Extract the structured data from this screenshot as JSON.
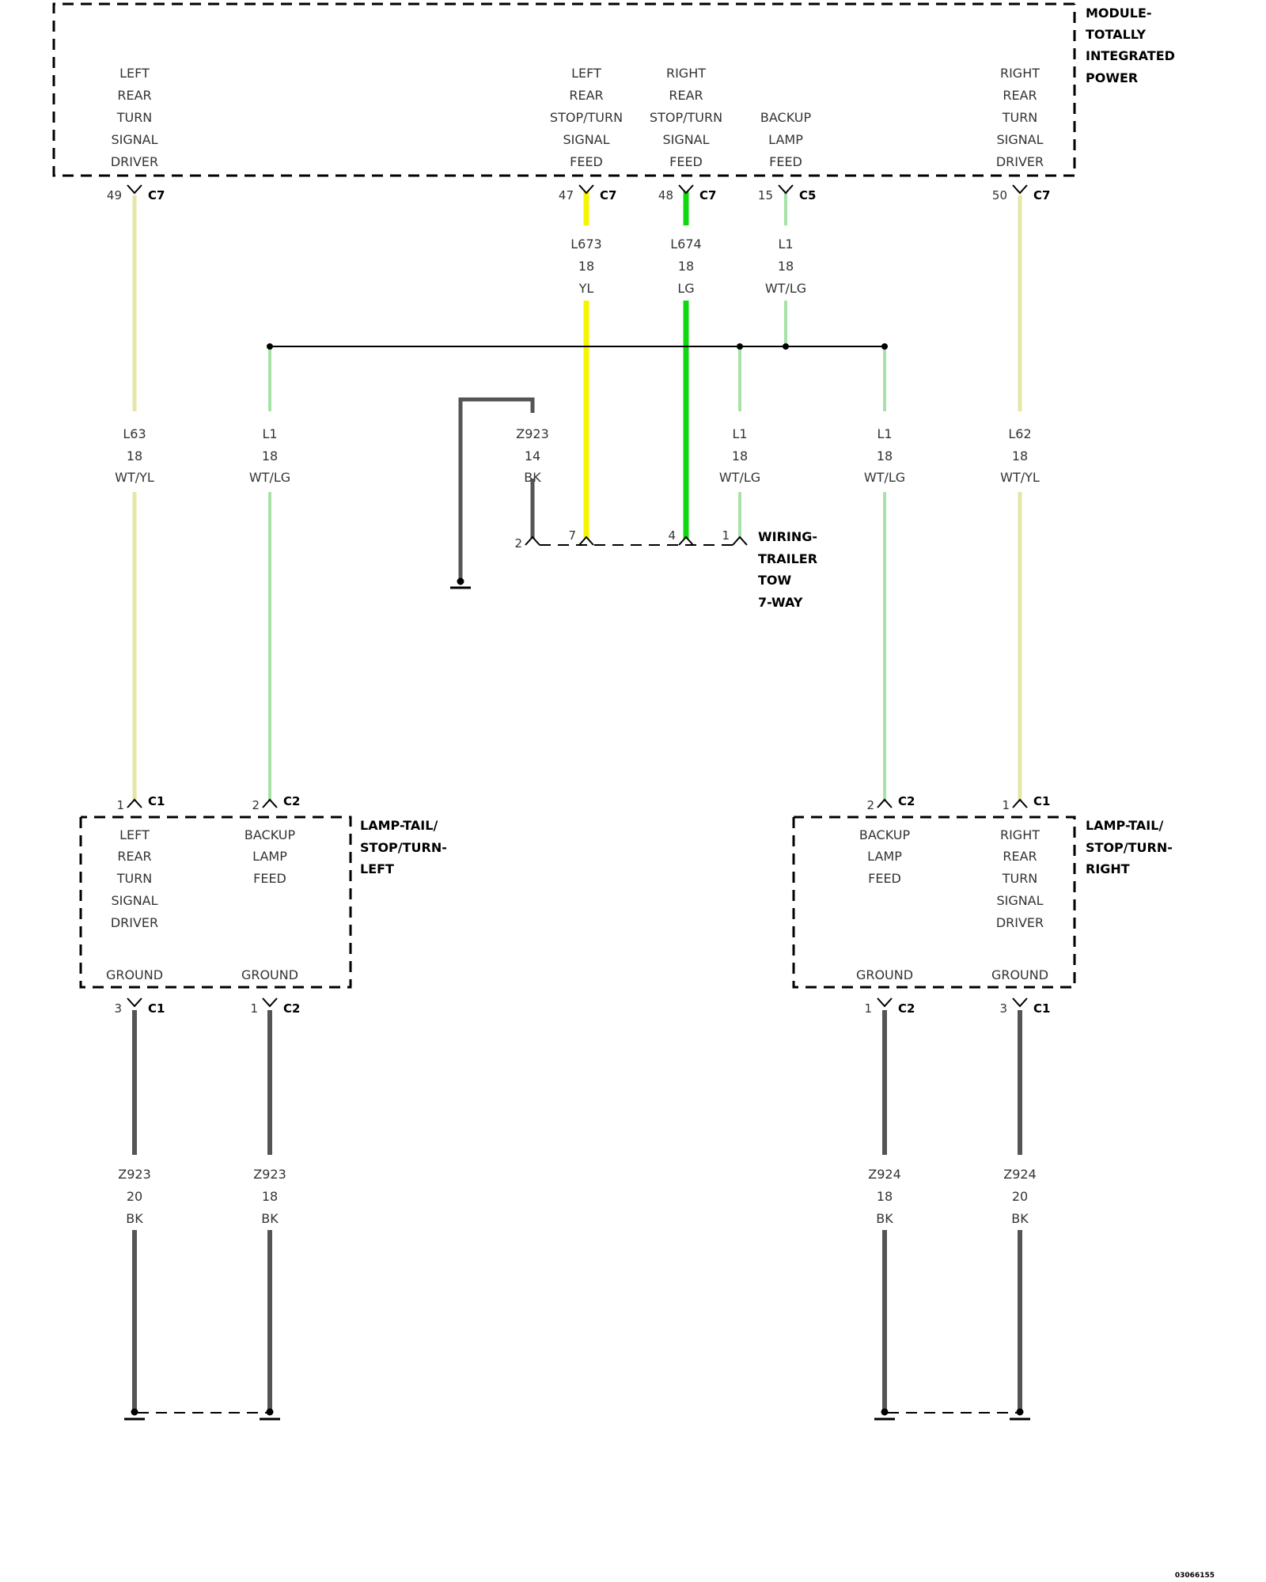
{
  "colors": {
    "YL": "#f5f500",
    "LG": "#10d810",
    "WT_YL": "#e6e6a6",
    "WT_LG": "#a8e2a8",
    "BK": "#555555",
    "bus": "#000000"
  },
  "components": {
    "tipm": {
      "title": [
        "MODULE-",
        "TOTALLY",
        "INTEGRATED",
        "POWER"
      ],
      "functions": [
        [
          "LEFT",
          "REAR",
          "TURN",
          "SIGNAL",
          "DRIVER"
        ],
        [
          "LEFT",
          "REAR",
          "STOP/TURN",
          "SIGNAL",
          "FEED"
        ],
        [
          "RIGHT",
          "REAR",
          "STOP/TURN",
          "SIGNAL",
          "FEED"
        ],
        [
          "BACKUP",
          "LAMP",
          "FEED"
        ],
        [
          "RIGHT",
          "REAR",
          "TURN",
          "SIGNAL",
          "DRIVER"
        ]
      ],
      "pins": [
        {
          "pin": "49",
          "conn": "C7"
        },
        {
          "pin": "47",
          "conn": "C7"
        },
        {
          "pin": "48",
          "conn": "C7"
        },
        {
          "pin": "15",
          "conn": "C5"
        },
        {
          "pin": "50",
          "conn": "C7"
        }
      ]
    },
    "trailer": {
      "title": [
        "WIRING-",
        "TRAILER",
        "TOW",
        "7-WAY"
      ],
      "pins": [
        "2",
        "7",
        "4",
        "1"
      ]
    },
    "lamp_left": {
      "title": [
        "LAMP-TAIL/",
        "STOP/TURN-",
        "LEFT"
      ],
      "functions": [
        [
          "LEFT",
          "REAR",
          "TURN",
          "SIGNAL",
          "DRIVER"
        ],
        [
          "BACKUP",
          "LAMP",
          "FEED"
        ]
      ],
      "grounds": [
        "GROUND",
        "GROUND"
      ],
      "top_pins": [
        {
          "pin": "1",
          "conn": "C1"
        },
        {
          "pin": "2",
          "conn": "C2"
        }
      ],
      "bottom_pins": [
        {
          "pin": "3",
          "conn": "C1"
        },
        {
          "pin": "1",
          "conn": "C2"
        }
      ]
    },
    "lamp_right": {
      "title": [
        "LAMP-TAIL/",
        "STOP/TURN-",
        "RIGHT"
      ],
      "functions": [
        [
          "BACKUP",
          "LAMP",
          "FEED"
        ],
        [
          "RIGHT",
          "REAR",
          "TURN",
          "SIGNAL",
          "DRIVER"
        ]
      ],
      "grounds": [
        "GROUND",
        "GROUND"
      ],
      "top_pins": [
        {
          "pin": "2",
          "conn": "C2"
        },
        {
          "pin": "1",
          "conn": "C1"
        }
      ],
      "bottom_pins": [
        {
          "pin": "1",
          "conn": "C2"
        },
        {
          "pin": "3",
          "conn": "C1"
        }
      ]
    }
  },
  "wires": {
    "tipm_out": [
      {
        "circuit": "L673",
        "gauge": "18",
        "color": "YL"
      },
      {
        "circuit": "L674",
        "gauge": "18",
        "color": "LG"
      },
      {
        "circuit": "L1",
        "gauge": "18",
        "color": "WT/LG"
      }
    ],
    "mid": [
      {
        "circuit": "L63",
        "gauge": "18",
        "color": "WT/YL"
      },
      {
        "circuit": "L1",
        "gauge": "18",
        "color": "WT/LG"
      },
      {
        "circuit": "Z923",
        "gauge": "14",
        "color": "BK"
      },
      {
        "circuit": "L1",
        "gauge": "18",
        "color": "WT/LG"
      },
      {
        "circuit": "L1",
        "gauge": "18",
        "color": "WT/LG"
      },
      {
        "circuit": "L62",
        "gauge": "18",
        "color": "WT/YL"
      }
    ],
    "ground": [
      {
        "circuit": "Z923",
        "gauge": "20",
        "color": "BK"
      },
      {
        "circuit": "Z923",
        "gauge": "18",
        "color": "BK"
      },
      {
        "circuit": "Z924",
        "gauge": "18",
        "color": "BK"
      },
      {
        "circuit": "Z924",
        "gauge": "20",
        "color": "BK"
      }
    ]
  },
  "figure_code": "03066155"
}
